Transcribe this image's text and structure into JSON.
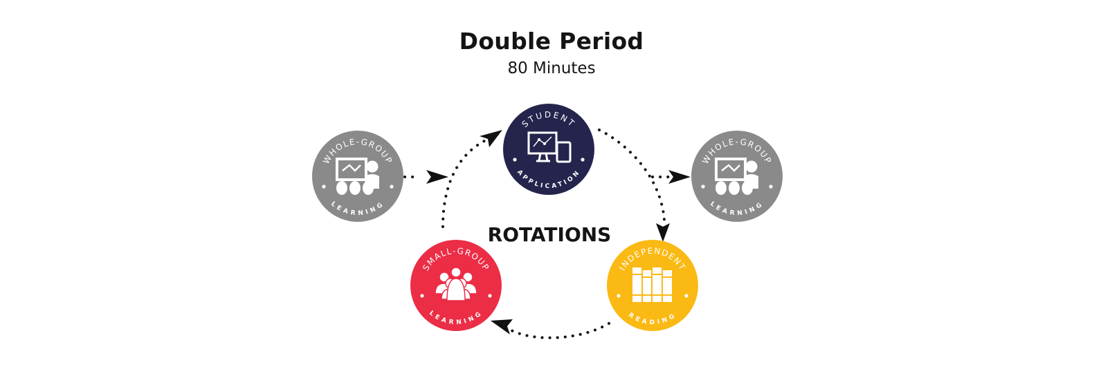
{
  "header": {
    "title": "Double Period",
    "subtitle": "80 Minutes"
  },
  "center_label": "ROTATIONS",
  "badges": {
    "whole_group_left": {
      "top": "WHOLE-GROUP",
      "bottom": "LEARNING",
      "color": "#8a8a8b",
      "icon": "teacher-presentation-icon"
    },
    "student_application": {
      "top": "STUDENT",
      "bottom": "APPLICATION",
      "color": "#25244d",
      "icon": "computer-tablet-icon"
    },
    "whole_group_right": {
      "top": "WHOLE-GROUP",
      "bottom": "LEARNING",
      "color": "#8a8a8b",
      "icon": "teacher-presentation-icon"
    },
    "small_group": {
      "top": "SMALL-GROUP",
      "bottom": "LEARNING",
      "color": "#eb2d46",
      "icon": "group-of-people-icon"
    },
    "independent": {
      "top": "INDEPENDENT",
      "bottom": "READING",
      "color": "#fbb914",
      "icon": "books-icon"
    }
  }
}
